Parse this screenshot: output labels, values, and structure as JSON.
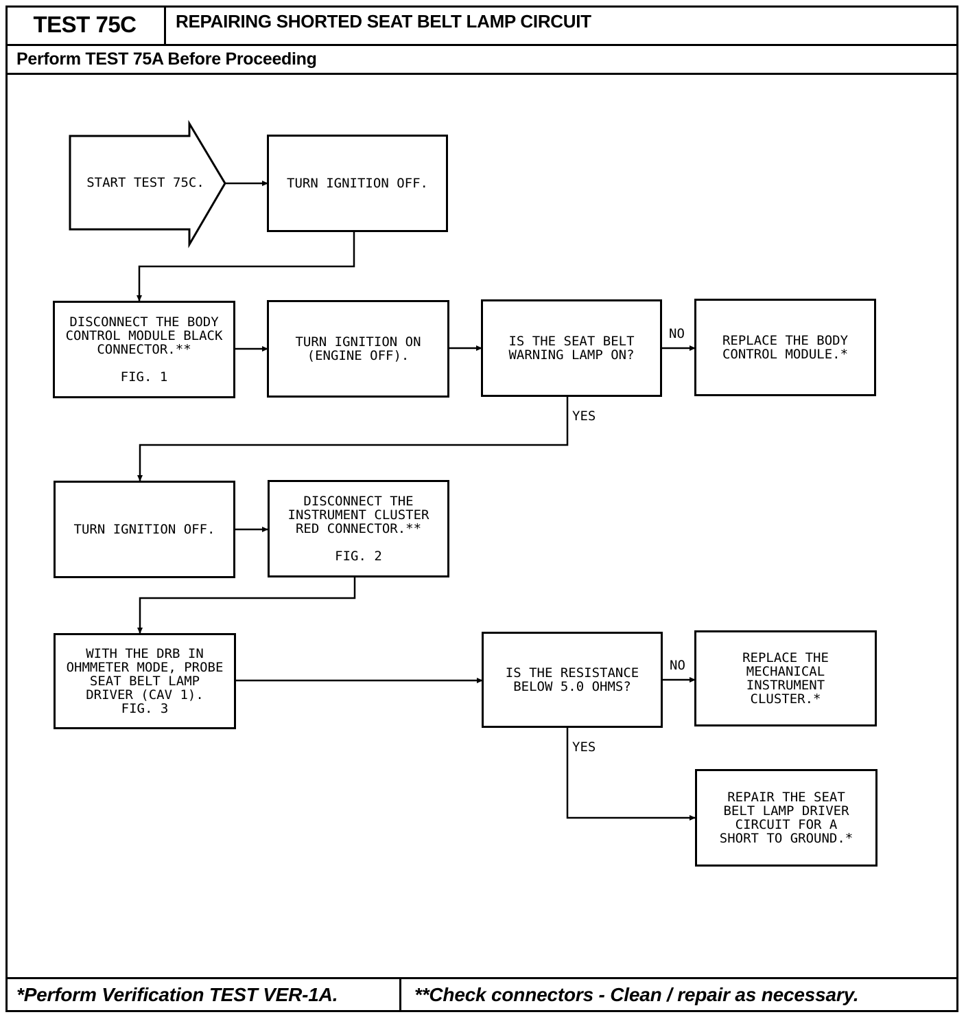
{
  "header": {
    "test_id": "TEST 75C",
    "title": "REPAIRING SHORTED SEAT BELT LAMP CIRCUIT",
    "prerequisite": "Perform TEST 75A Before Proceeding"
  },
  "flowchart": {
    "start": "START TEST 75C.",
    "step_ignition_off_1": "TURN IGNITION OFF.",
    "step_disconnect_bcm": "DISCONNECT THE BODY\nCONTROL MODULE BLACK\nCONNECTOR.**\n\nFIG. 1",
    "step_ignition_on": "TURN IGNITION ON\n(ENGINE OFF).",
    "decision_lamp_on": "IS THE SEAT BELT\nWARNING LAMP ON?",
    "result_replace_bcm": "REPLACE THE BODY\nCONTROL MODULE.*",
    "step_ignition_off_2": "TURN IGNITION OFF.",
    "step_disconnect_cluster": "DISCONNECT THE\nINSTRUMENT CLUSTER\nRED CONNECTOR.**\n\nFIG. 2",
    "step_probe": "WITH THE DRB IN\nOHMMETER MODE, PROBE\nSEAT BELT LAMP\nDRIVER (CAV 1).\nFIG. 3",
    "decision_resistance": "IS THE RESISTANCE\nBELOW 5.0 OHMS?",
    "result_replace_cluster": "REPLACE THE\nMECHANICAL\nINSTRUMENT\nCLUSTER.*",
    "result_repair_short": "REPAIR THE SEAT\nBELT LAMP DRIVER\nCIRCUIT FOR A\nSHORT TO GROUND.*",
    "label_no_1": "NO",
    "label_yes_1": "YES",
    "label_no_2": "NO",
    "label_yes_2": "YES"
  },
  "footer": {
    "note_verification": "*Perform Verification TEST VER-1A.",
    "note_connectors": "**Check connectors - Clean / repair as necessary."
  }
}
